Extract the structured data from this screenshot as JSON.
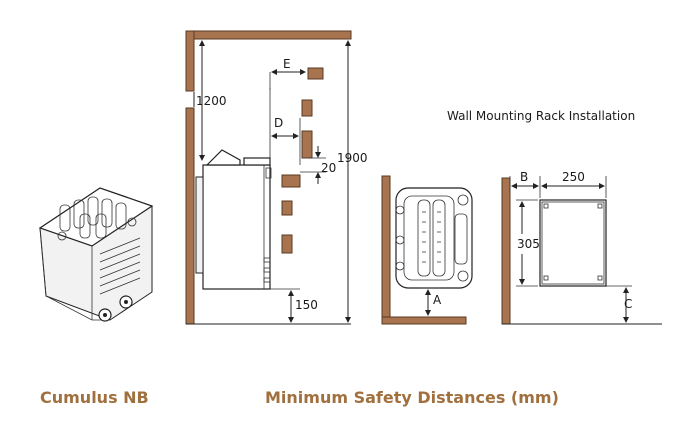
{
  "product_name": "Cumulus NB",
  "diagram_title": "Minimum Safety Distances (mm)",
  "rack_title": "Wall Mounting Rack Installation",
  "dimensions": {
    "ceiling_gap": "1200",
    "total_height": "1900",
    "floor_gap": "150",
    "side_gap": "20",
    "label_a": "A",
    "label_b": "B",
    "label_c": "C",
    "label_d": "D",
    "label_e": "E",
    "rack_width": "250",
    "rack_height": "305"
  },
  "colors": {
    "caption": "#a0703e",
    "wall": "#a87450"
  }
}
